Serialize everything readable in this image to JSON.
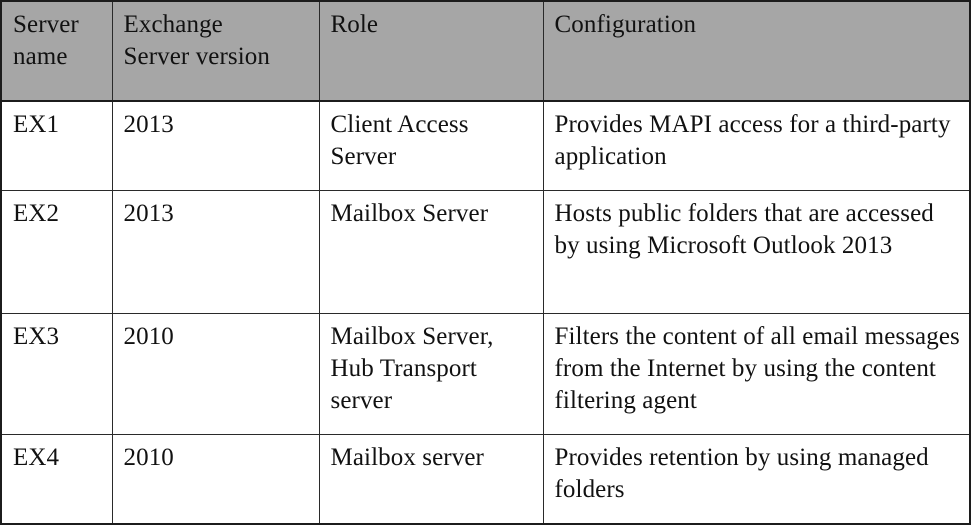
{
  "document": {
    "type": "table",
    "title": "Exchange server configuration table"
  },
  "style": {
    "header_background": "#a6a6a6",
    "body_background": "#ffffff",
    "border_color": "#2a2a2a",
    "text_color": "#111111"
  },
  "table": {
    "columns": [
      {
        "key": "server_name",
        "header": "Server\nname"
      },
      {
        "key": "exchange_version",
        "header": "Exchange\nServer version"
      },
      {
        "key": "role",
        "header": "Role"
      },
      {
        "key": "configuration",
        "header": "Configuration"
      }
    ],
    "rows": [
      {
        "server_name": "EX1",
        "exchange_version": "2013",
        "role": "Client Access\nServer",
        "configuration": "Provides MAPI access for a third-party application"
      },
      {
        "server_name": "EX2",
        "exchange_version": "2013",
        "role": "Mailbox Server",
        "configuration": "Hosts public folders that are accessed by using Microsoft Outlook 2013"
      },
      {
        "server_name": "EX3",
        "exchange_version": "2010",
        "role": "Mailbox Server,\nHub Transport\nserver",
        "configuration": "Filters the content of all email messages from the Internet by using the content filtering agent"
      },
      {
        "server_name": "EX4",
        "exchange_version": "2010",
        "role": "Mailbox server",
        "configuration": "Provides retention by using managed folders"
      }
    ]
  }
}
